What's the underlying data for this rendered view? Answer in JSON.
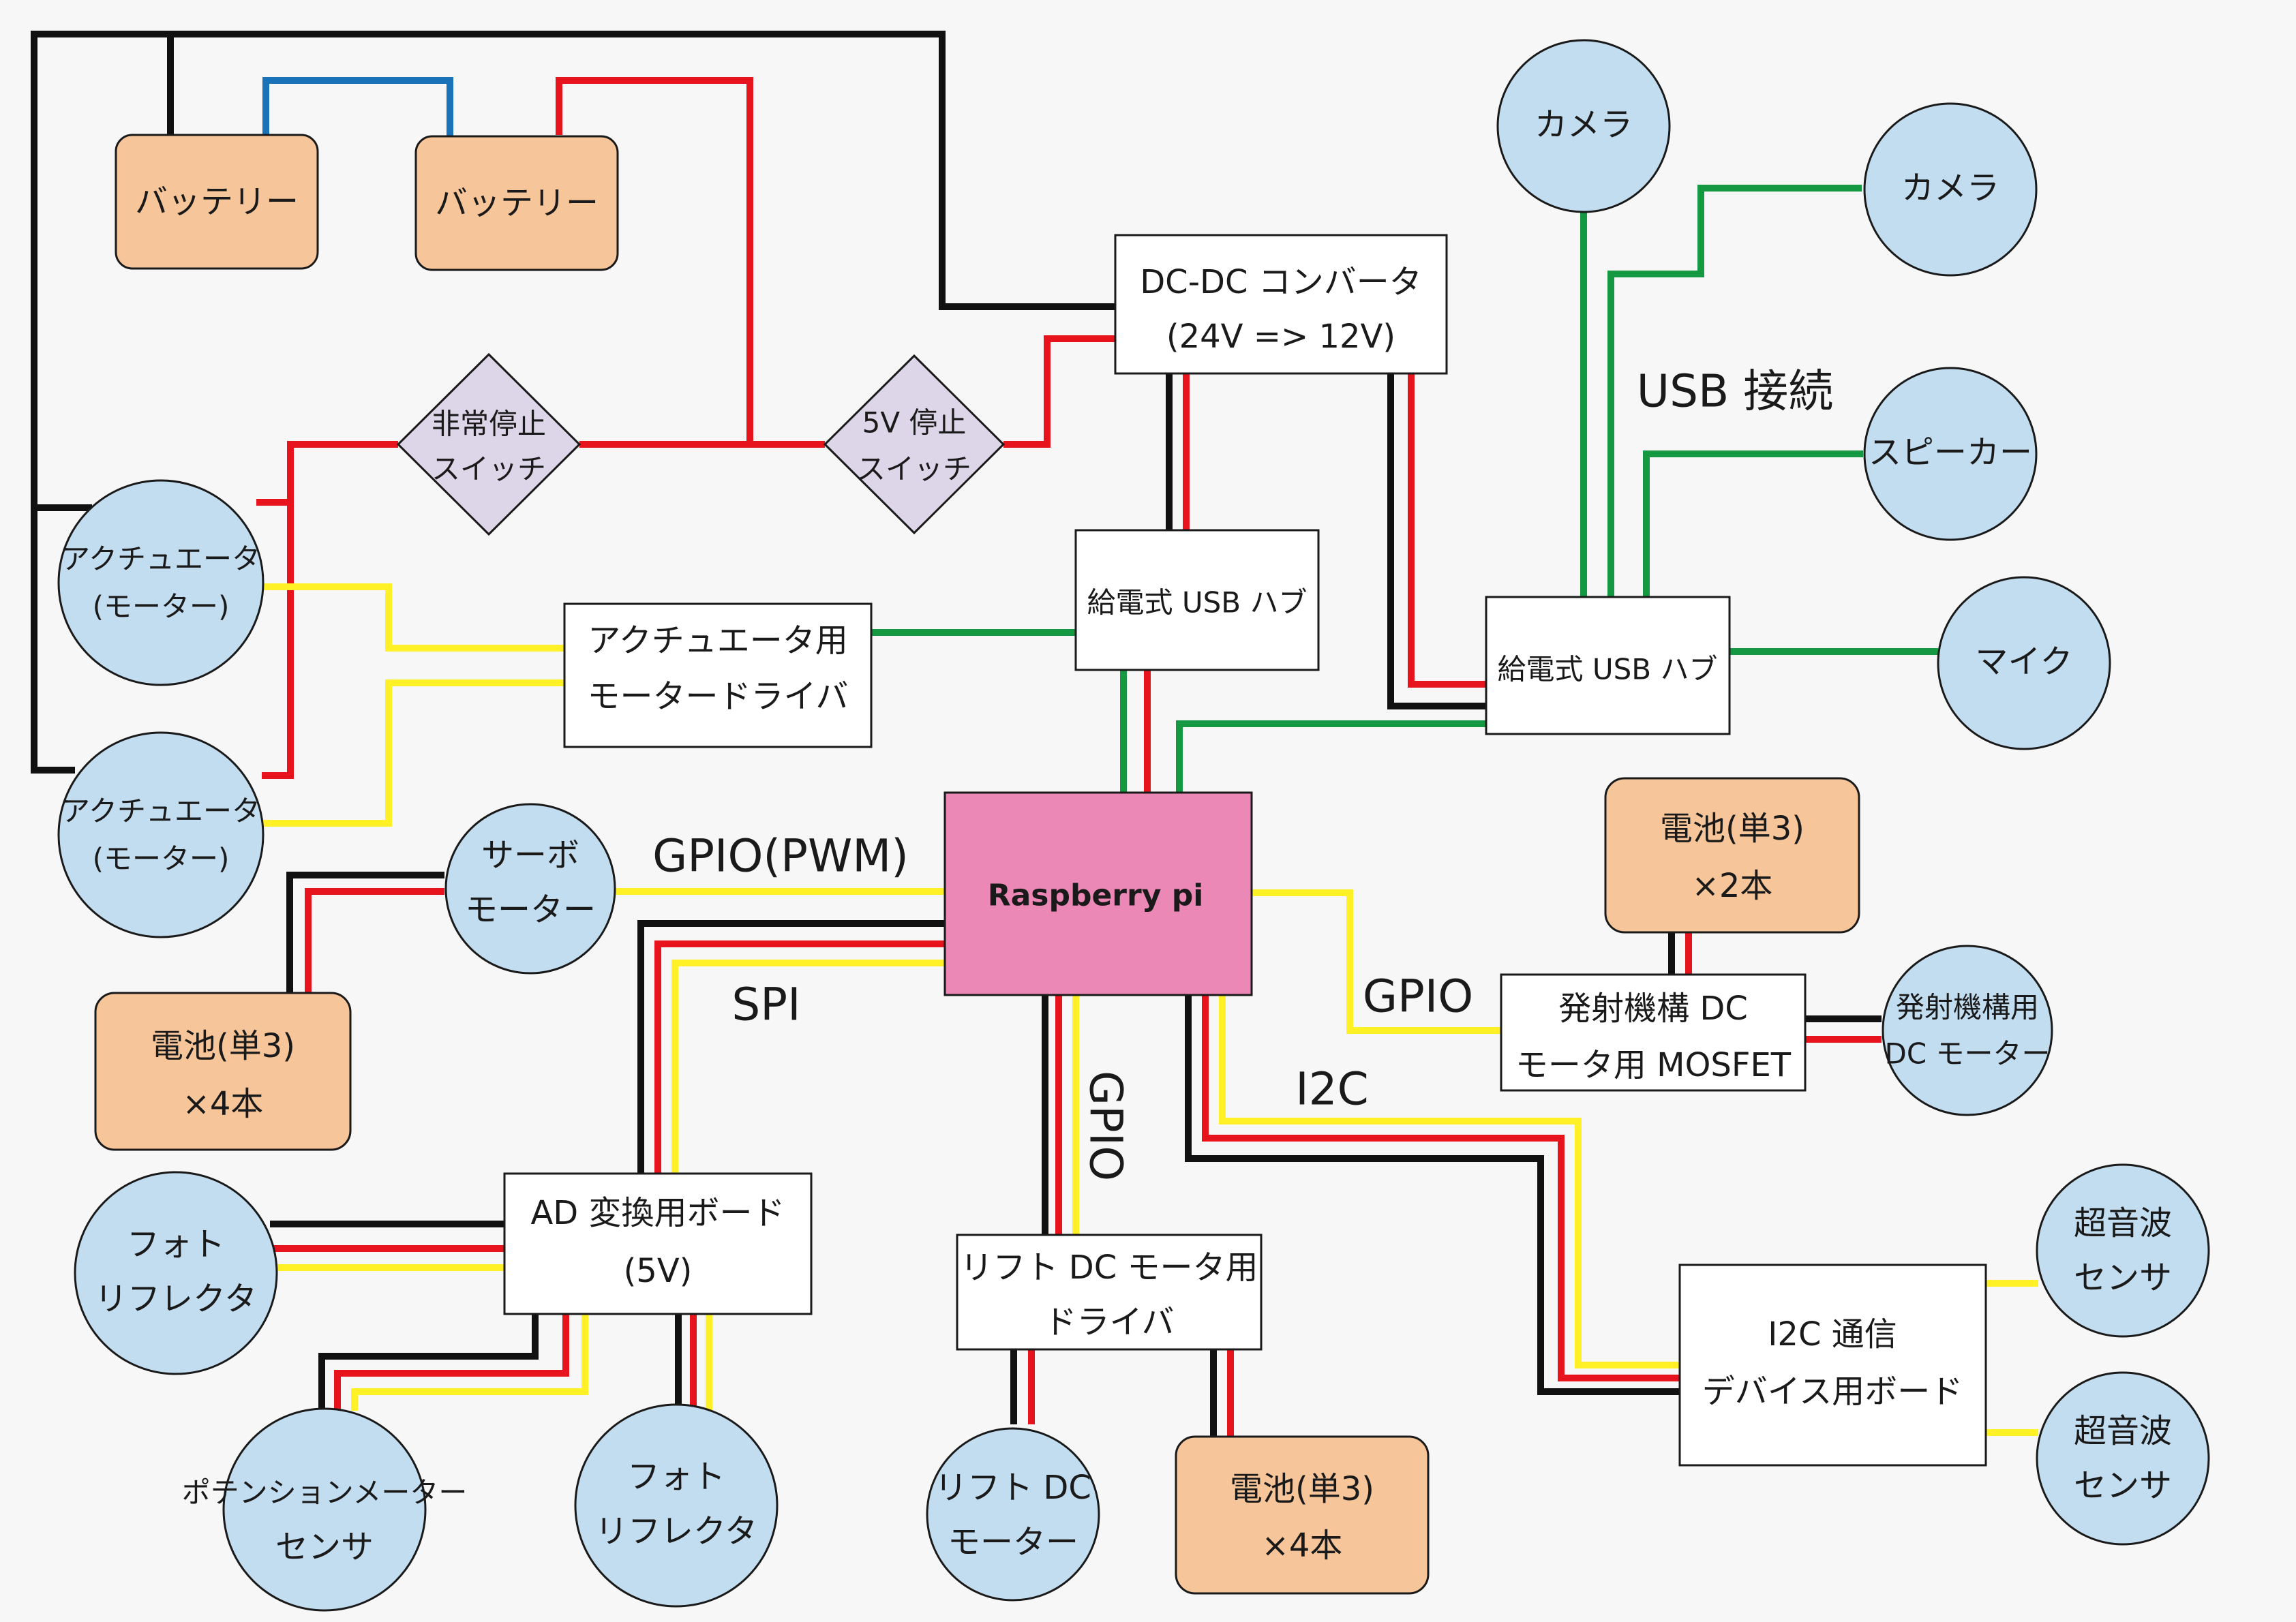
{
  "nodes": {
    "battery_1": "バッテリー",
    "battery_2": "バッテリー",
    "emergency_switch": [
      "非常停止",
      "スイッチ"
    ],
    "switch_5v": [
      "5V 停止",
      "スイッチ"
    ],
    "dcdc": [
      "DC-DC コンバータ",
      "(24V => 12V)"
    ],
    "usb_hub_1": "給電式 USB ハブ",
    "usb_hub_2": "給電式 USB ハブ",
    "actuator_1": [
      "アクチュエータ",
      "(モーター)"
    ],
    "actuator_2": [
      "アクチュエータ",
      "(モーター)"
    ],
    "actuator_driver": [
      "アクチュエータ用",
      "モータードライバ"
    ],
    "servo": [
      "サーボ",
      "モーター"
    ],
    "battery_aa_servo": [
      "電池(単3)",
      "×4本"
    ],
    "raspberry_pi": "Raspberry pi",
    "camera_1": "カメラ",
    "camera_2": "カメラ",
    "speaker": "スピーカー",
    "mic": "マイク",
    "battery_aa_launch": [
      "電池(単3)",
      "×2本"
    ],
    "launch_mosfet": [
      "発射機構 DC",
      "モータ用 MOSFET"
    ],
    "launch_motor": [
      "発射機構用",
      "DC モーター"
    ],
    "ad_board": [
      "AD 変換用ボード",
      "(5V)"
    ],
    "photo_reflector_1": [
      "フォト",
      "リフレクタ"
    ],
    "photo_reflector_2": [
      "フォト",
      "リフレクタ"
    ],
    "potentiometer": [
      "ポテンションメーター",
      "センサ"
    ],
    "lift_driver": [
      "リフト DC モータ用",
      "ドライバ"
    ],
    "lift_motor": [
      "リフト DC",
      "モーター"
    ],
    "battery_aa_lift": [
      "電池(単3)",
      "×4本"
    ],
    "i2c_board": [
      "I2C 通信",
      "デバイス用ボード"
    ],
    "ultrasonic_1": [
      "超音波",
      "センサ"
    ],
    "ultrasonic_2": [
      "超音波",
      "センサ"
    ]
  },
  "labels": {
    "usb": "USB 接続",
    "gpio_pwm": "GPIO(PWM)",
    "spi": "SPI",
    "gpio_right": "GPIO",
    "gpio_down": "GPIO",
    "i2c": "I2C"
  },
  "colors": {
    "power_positive": "#e8141d",
    "ground": "#111111",
    "signal": "#fff125",
    "usb": "#159842",
    "battery_link": "#1a72b8",
    "battery_fill": "#f7c59a",
    "device_fill": "#c3ddf0",
    "switch_fill": "#ddd5e8",
    "controller_fill": "#ec88b5"
  }
}
